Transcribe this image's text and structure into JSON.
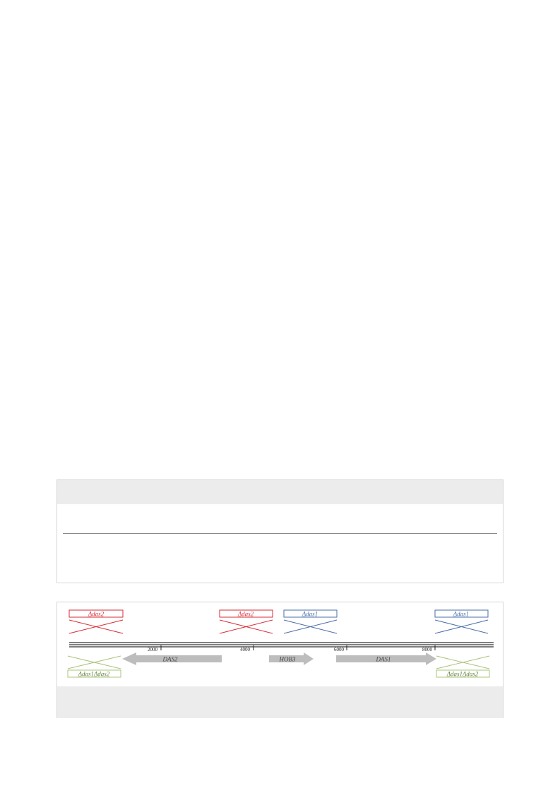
{
  "colors": {
    "das2_deletion": "#d62b35",
    "das1_deletion": "#4a6da8",
    "double_deletion": "#a9c47a",
    "gene_arrow": "#bdbdbd",
    "chromosome": "#333333"
  },
  "figure": {
    "deletions_top": [
      {
        "label": "Δdas2",
        "color_key": "das2_deletion"
      },
      {
        "label": "Δdas2",
        "color_key": "das2_deletion"
      },
      {
        "label": "Δdas1",
        "color_key": "das1_deletion"
      },
      {
        "label": "Δdas1",
        "color_key": "das1_deletion"
      }
    ],
    "deletions_bottom": [
      {
        "label": "Δdas1Δdas2",
        "color_key": "double_deletion"
      },
      {
        "label": "Δdas1Δdas2",
        "color_key": "double_deletion"
      }
    ],
    "ticks": [
      "2000",
      "4000",
      "6000",
      "8000"
    ],
    "genes": [
      {
        "name": "DAS2",
        "direction": "left"
      },
      {
        "name": "HOB3",
        "direction": "right"
      },
      {
        "name": "DAS1",
        "direction": "right"
      }
    ]
  }
}
